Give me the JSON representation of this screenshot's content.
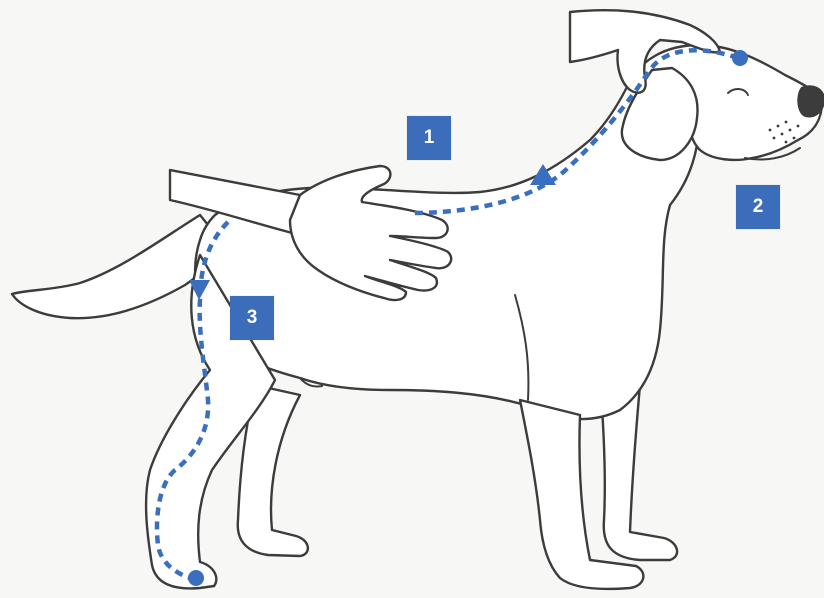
{
  "diagram": {
    "steps": [
      {
        "number": "1"
      },
      {
        "number": "2"
      },
      {
        "number": "3"
      }
    ]
  },
  "colors": {
    "background": "#f7f7f6",
    "outline": "#3c3c3c",
    "dog_fill": "#ffffff",
    "path_blue": "#3a6fbf",
    "badge_blue": "#3b6dbb"
  }
}
